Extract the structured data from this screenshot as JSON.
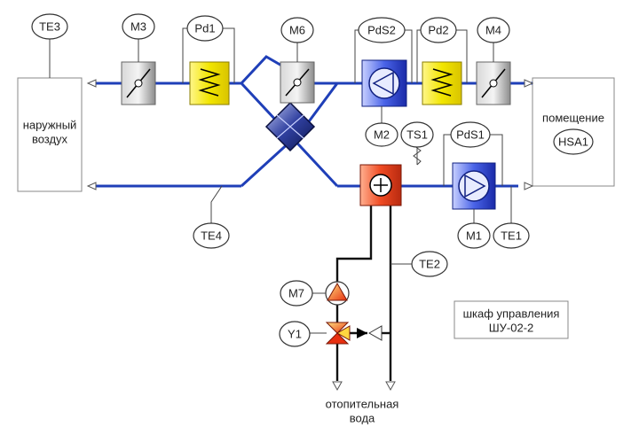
{
  "sensors": {
    "te3": "TE3",
    "m3": "M3",
    "pd1": "Pd1",
    "m6": "M6",
    "pds2": "PdS2",
    "pd2": "Pd2",
    "m4": "M4",
    "m2": "M2",
    "ts1": "TS1",
    "pds1": "PdS1",
    "hsa1": "HSA1",
    "te4": "TE4",
    "m1": "M1",
    "te1": "TE1",
    "te2": "TE2",
    "m7": "M7",
    "y1": "Y1"
  },
  "outdoor_air": [
    "наружный",
    "воздух"
  ],
  "room": "помещение",
  "control_cabinet": [
    "шкаф управления",
    "ШУ-02-2"
  ],
  "heating_water": [
    "отопительная",
    "вода"
  ],
  "colors": {
    "duct": "#1f3fb8",
    "pipe": "#111111",
    "filter": "#f2e600",
    "heater": "#e8401c",
    "fan": "#2040d0",
    "damper": "#9a9a9a",
    "recuperator": "#1a2a80"
  }
}
